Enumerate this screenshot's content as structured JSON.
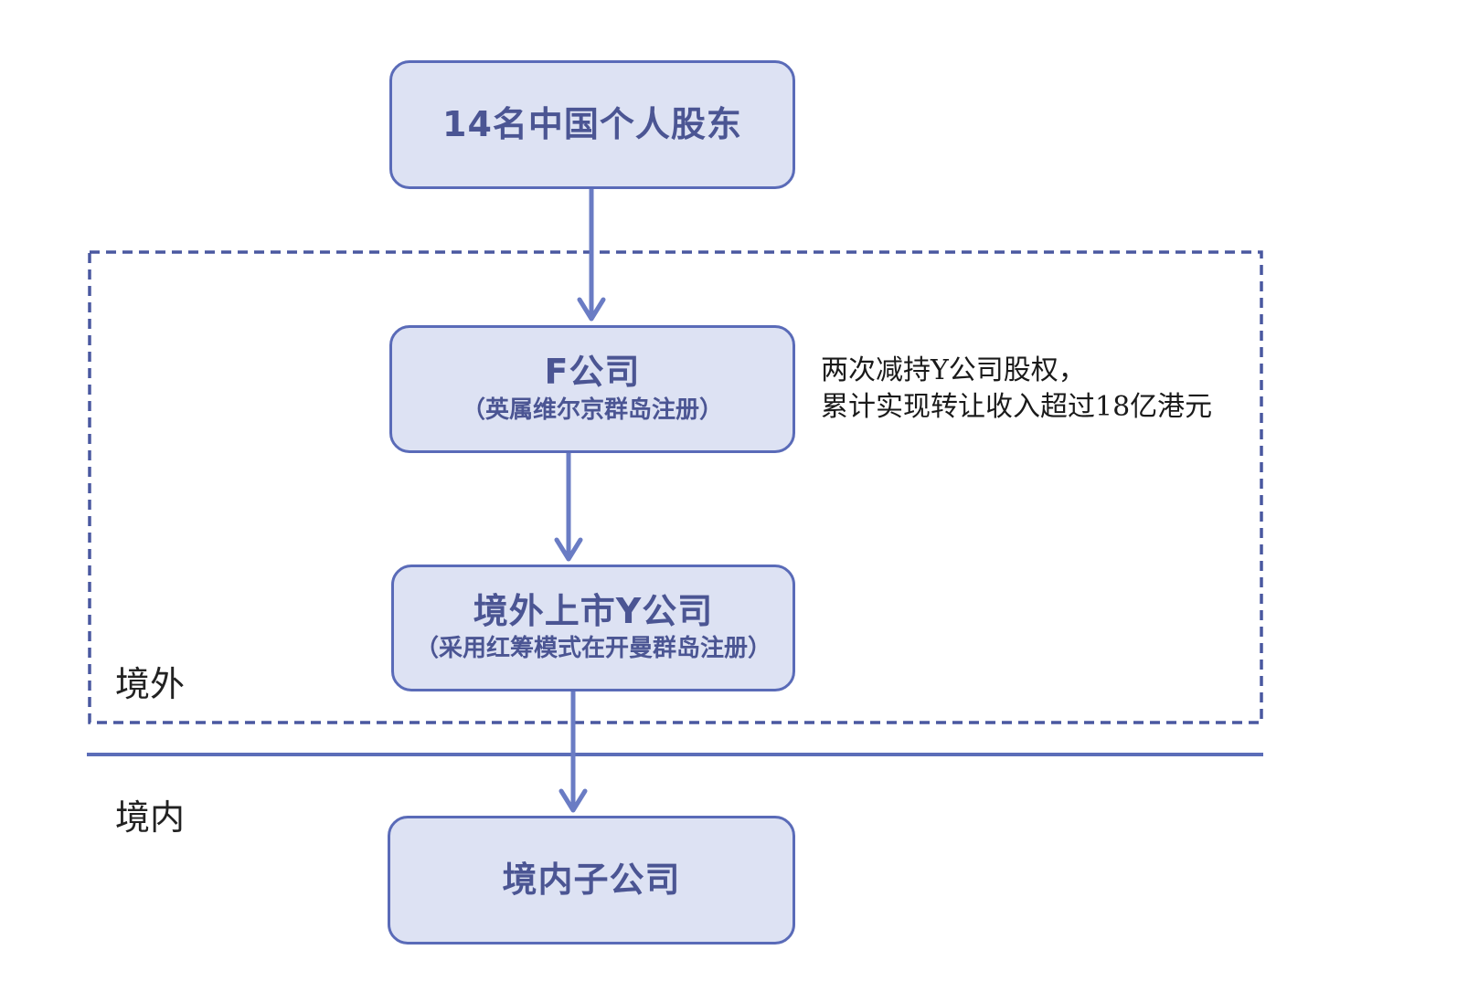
{
  "nodes": {
    "shareholders": {
      "title": "14名中国个人股东"
    },
    "f_company": {
      "title": "F公司",
      "subtitle": "（英属维尔京群岛注册）"
    },
    "y_company": {
      "title": "境外上市Y公司",
      "subtitle": "（采用红筹模式在开曼群岛注册）"
    },
    "domestic_sub": {
      "title": "境内子公司"
    }
  },
  "note": {
    "line1": "两次减持Y公司股权，",
    "line2": "累计实现转让收入超过18亿港元"
  },
  "regions": {
    "offshore": "境外",
    "onshore": "境内"
  },
  "colors": {
    "node_fill": "#dde2f3",
    "node_border": "#5a6bb8",
    "node_text": "#4b5593",
    "boundary": "#4a58a0",
    "arrow": "#6a7cc4"
  }
}
